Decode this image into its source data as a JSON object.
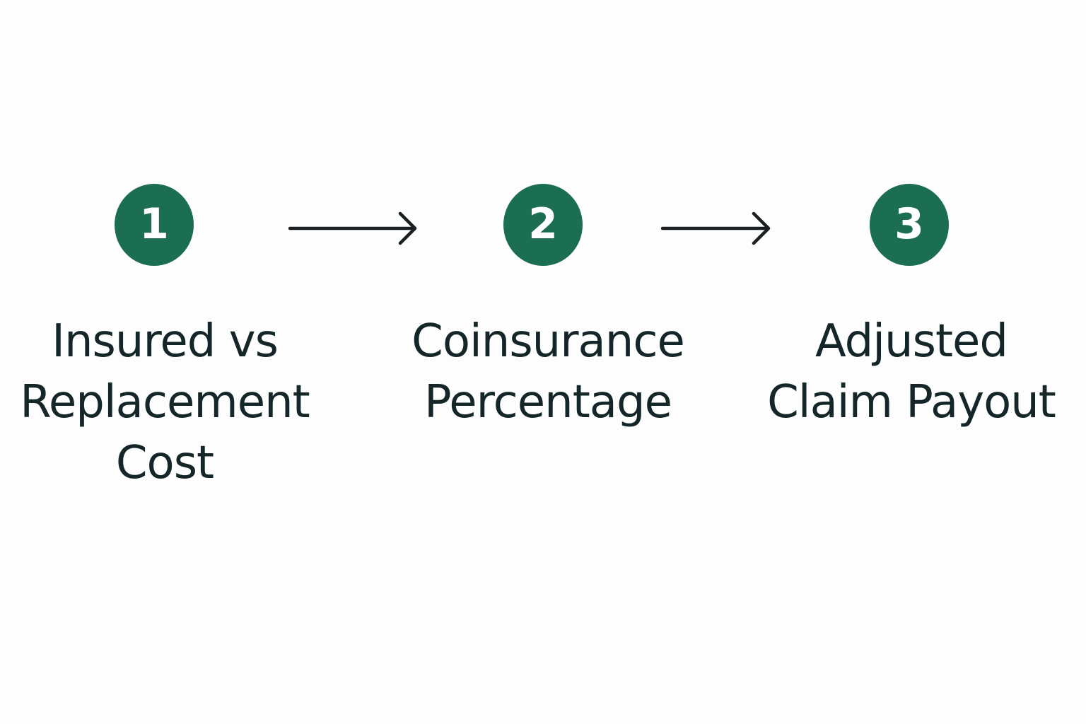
{
  "colors": {
    "accent": "#1b6e52",
    "text": "#152628",
    "arrow": "#1a1f22",
    "background": "#fdfdfd"
  },
  "steps": [
    {
      "number": "1",
      "label_lines": [
        "Insured vs",
        "Replacement",
        "Cost"
      ]
    },
    {
      "number": "2",
      "label_lines": [
        "Coinsurance",
        "Percentage"
      ]
    },
    {
      "number": "3",
      "label_lines": [
        "Adjusted",
        "Claim Payout"
      ]
    }
  ],
  "connectors": [
    {
      "icon": "arrow-right-icon"
    },
    {
      "icon": "arrow-right-icon"
    }
  ]
}
